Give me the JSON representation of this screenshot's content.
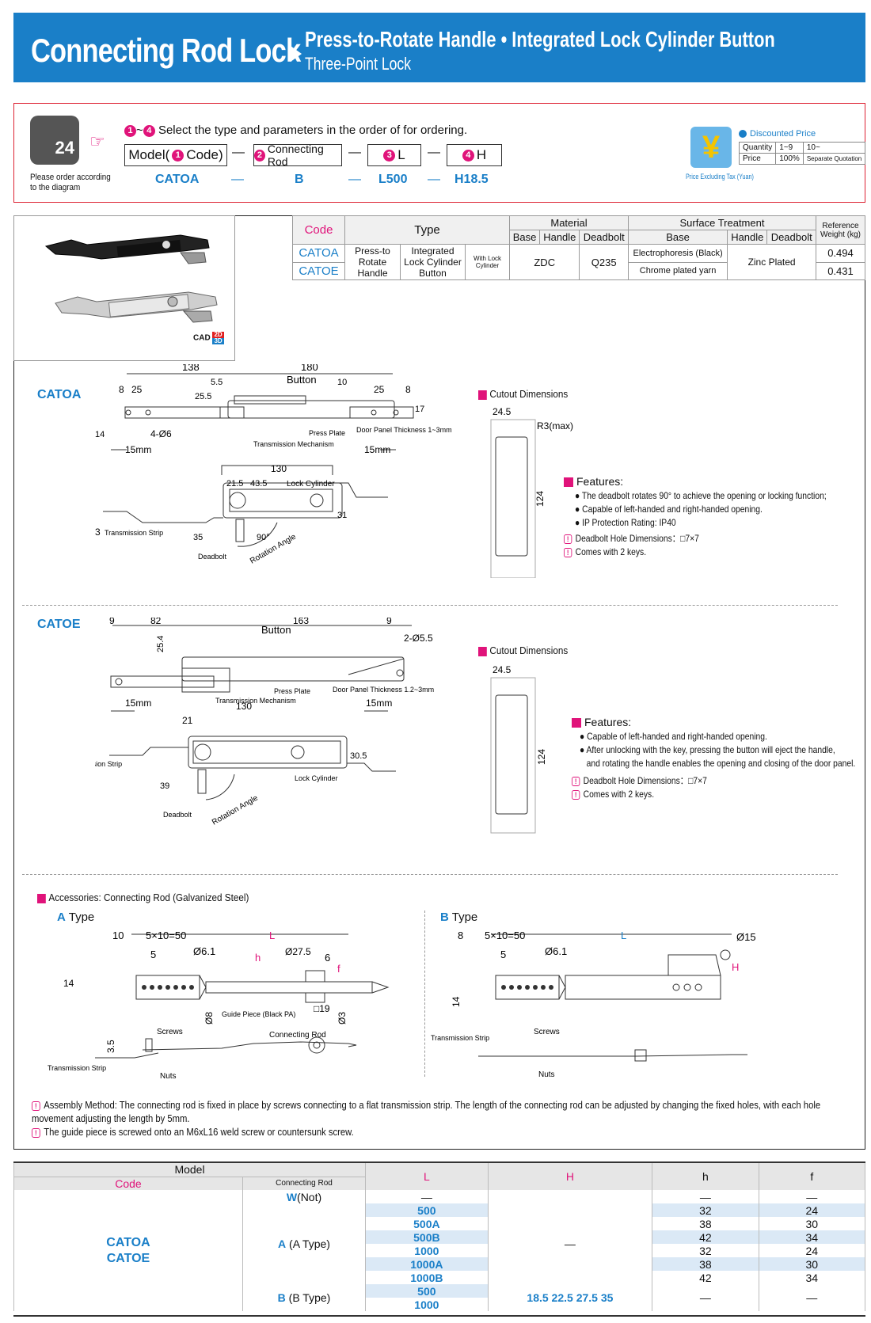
{
  "banner": {
    "title": "Connecting Rod Lock",
    "subtitle": "Press-to-Rotate Handle • Integrated Lock Cylinder Button",
    "subtitle2": "Three-Point Lock"
  },
  "order": {
    "phone_label": "24",
    "note": "Please order according to the diagram",
    "instruction": "Select the type and parameters in the order of for ordering.",
    "instruction_nums": "1~4",
    "cells": [
      "Model(",
      "Code)",
      "Connecting Rod",
      "L",
      "H"
    ],
    "cell_nums": [
      "1",
      "2",
      "3",
      "4"
    ],
    "dash": "—",
    "example": [
      "CATOA",
      "B",
      "L500",
      "H18.5"
    ],
    "price": {
      "title": "Discounted Price",
      "qty_label": "Quantity",
      "qty1": "1~9",
      "qty2": "10~",
      "price_label": "Price",
      "price1": "100%",
      "price2": "Separate Quotation",
      "note": "Price Excluding Tax (Yuan)",
      "yen": "¥"
    }
  },
  "spec": {
    "headers": {
      "code": "Code",
      "type": "Type",
      "material": "Material",
      "surface": "Surface Treatment",
      "weight": "Reference Weight (kg)",
      "base": "Base",
      "handle": "Handle",
      "deadbolt": "Deadbolt"
    },
    "type1": "Press-to Rotate Handle",
    "type2": "Integrated Lock Cylinder Button",
    "type3": "With Lock Cylinder",
    "mat_base": "ZDC",
    "mat_deadbolt": "Q235",
    "rows": [
      {
        "code": "CATOA",
        "surface_base": "Electrophoresis (Black)",
        "weight": "0.494"
      },
      {
        "code": "CATOE",
        "surface_base": "Chrome plated yarn",
        "weight": "0.431"
      }
    ],
    "surface_deadbolt": "Zinc Plated",
    "cad": "CAD",
    "cad2d": "2D",
    "cad3d": "3D"
  },
  "catoa": {
    "label": "CATOA",
    "dims": {
      "d138": "138",
      "d180": "180",
      "button": "Button",
      "d8": "8",
      "d25": "25",
      "d25_5": "25.5",
      "d5_5": "5.5",
      "d10": "10",
      "d25b": "25",
      "d8b": "8",
      "d17": "17",
      "d14": "14",
      "holes": "4-Ø6",
      "press_plate": "Press Plate",
      "door_panel": "Door Panel Thickness 1~3mm",
      "transmission": "Transmission Mechanism",
      "d15mm": "15mm",
      "d130": "130",
      "d21_5": "21.5",
      "d43_5": "43.5",
      "lock_cyl": "Lock Cylinder",
      "d31": "31",
      "d3": "3",
      "strip": "Transmission Strip",
      "d35": "35",
      "d90": "90°",
      "rot": "Rotation Angle",
      "deadbolt": "Deadbolt"
    },
    "cutout": {
      "title": "Cutout Dimensions",
      "w": "24.5",
      "r": "R3(max)",
      "h": "124"
    },
    "features_title": "Features:",
    "features": [
      "The deadbolt rotates 90° to achieve the opening or locking function;",
      "Capable of left-handed and right-handed opening.",
      "IP Protection Rating: IP40"
    ],
    "hints": [
      "Deadbolt Hole Dimensions：□7×7",
      "Comes with 2 keys."
    ]
  },
  "catoe": {
    "label": "CATOE",
    "dims": {
      "d9": "9",
      "d82": "82",
      "d163": "163",
      "d9b": "9",
      "d25_4": "25.4",
      "button": "Button",
      "holes": "2-Ø5.5",
      "transmission": "Transmission Mechanism",
      "press_plate": "Press Plate",
      "door_panel": "Door Panel Thickness 1.2~3mm",
      "d15mm": "15mm",
      "d130": "130",
      "d21": "21",
      "d30_5": "30.5",
      "strip": "Transmission Strip",
      "d39": "39",
      "lock_cyl": "Lock Cylinder",
      "rot": "Rotation Angle",
      "deadbolt": "Deadbolt"
    },
    "cutout": {
      "title": "Cutout Dimensions",
      "w": "24.5",
      "h": "124"
    },
    "features_title": "Features:",
    "features": [
      "Capable of left-handed and right-handed opening.",
      "After unlocking with the key, pressing the button will eject the handle,",
      "and rotating the handle enables the opening and closing of the door panel."
    ],
    "hints": [
      "Deadbolt Hole Dimensions：□7×7",
      "Comes with 2 keys."
    ]
  },
  "acc": {
    "title": "Accessories: Connecting Rod (Galvanized Steel)",
    "a_letter": "A",
    "a_type": "Type",
    "b_letter": "B",
    "b_type": "Type",
    "a": {
      "d10": "10",
      "d5x10": "5×10=50",
      "L": "L",
      "d5": "5",
      "d61": "Ø6.1",
      "h": "h",
      "d275": "Ø27.5",
      "d6": "6",
      "f": "f",
      "d14": "14",
      "d8": "Ø8",
      "guide": "Guide Piece (Black PA)",
      "sq19": "□19",
      "d3": "Ø3",
      "d35": "3.5",
      "screws": "Screws",
      "rod": "Connecting Rod",
      "strip": "Transmission Strip",
      "nuts": "Nuts"
    },
    "b": {
      "d8": "8",
      "d5x10": "5×10=50",
      "L": "L",
      "d15": "Ø15",
      "d5": "5",
      "d61": "Ø6.1",
      "H": "H",
      "d14": "14",
      "strip": "Transmission Strip",
      "screws": "Screws",
      "nuts": "Nuts"
    },
    "notes": [
      "Assembly Method: The connecting rod is fixed in place by screws connecting to a flat transmission strip. The length of the connecting rod can be adjusted by changing the fixed holes, with each hole movement adjusting the length by 5mm.",
      "The guide piece is screwed onto an M6xL16 weld screw or countersunk screw."
    ]
  },
  "model_table": {
    "model": "Model",
    "code": "Code",
    "conn": "Connecting Rod",
    "L": "L",
    "H": "H",
    "h": "h",
    "f": "f",
    "codes": [
      "CATOA",
      "CATOE"
    ],
    "w_letter": "W",
    "w_not": "(Not)",
    "a_letter": "A",
    "a_type": "(A Type)",
    "b_letter": "B",
    "b_type": "(B Type)",
    "dash": "—",
    "a_rows": [
      {
        "L": "500",
        "h": "32",
        "f": "24"
      },
      {
        "L": "500A",
        "h": "38",
        "f": "30"
      },
      {
        "L": "500B",
        "h": "42",
        "f": "34"
      },
      {
        "L": "1000",
        "h": "32",
        "f": "24"
      },
      {
        "L": "1000A",
        "h": "38",
        "f": "30"
      },
      {
        "L": "1000B",
        "h": "42",
        "f": "34"
      }
    ],
    "b_rows": [
      "500",
      "1000"
    ],
    "b_H": "18.5  22.5  27.5  35"
  }
}
